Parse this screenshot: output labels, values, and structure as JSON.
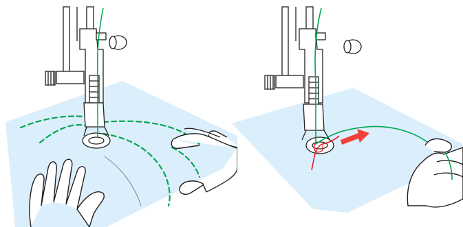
{
  "figure": {
    "panels": [
      {
        "id": "left",
        "step": "free-motion-quilting-with-darning-foot"
      },
      {
        "id": "right",
        "step": "pull-bobbin-thread-up-before-sewing"
      }
    ]
  },
  "colors": {
    "fabric": "#dbeefb",
    "outline": "#231f20",
    "needle_thread": "#00a651",
    "bobbin_thread": "#ed1c24",
    "arrow": "#ef4136",
    "guide_line": "#808285"
  }
}
